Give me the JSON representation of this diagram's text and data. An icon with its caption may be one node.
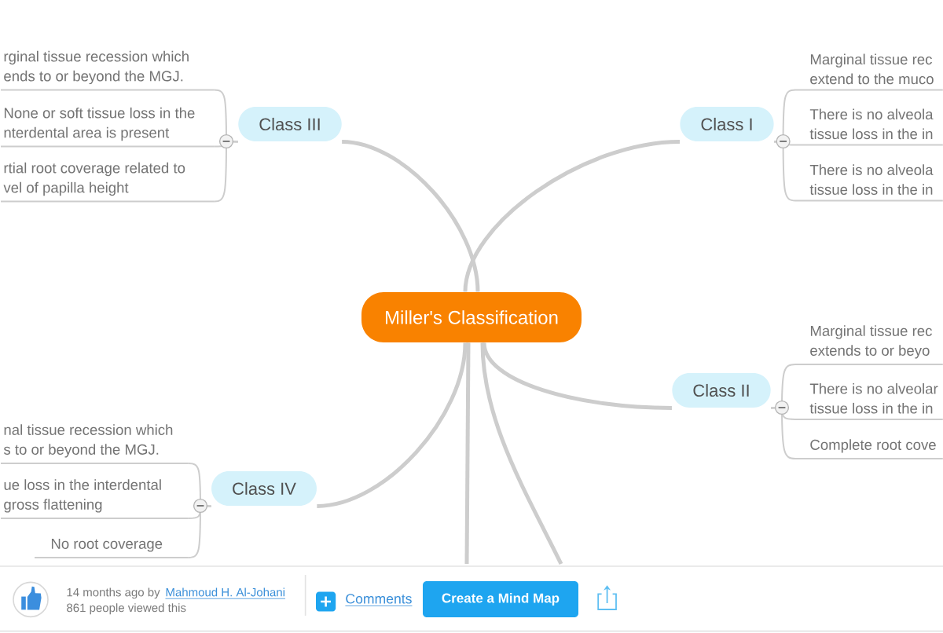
{
  "diagram": {
    "nodes": [
      {
        "text": [
          "Miller's Classification"
        ]
      },
      {
        "text": [
          "Class I"
        ]
      },
      {
        "text": [
          "Marginal tissue rec extend to the muco"
        ]
      },
      {
        "text": [
          "There is no alveola tissue loss in the in"
        ]
      },
      {
        "text": [
          "There is no alveola tissue loss in the in"
        ]
      },
      {
        "text": [
          "Class II"
        ]
      },
      {
        "text": [
          "Marginal tissue rec extends to or beyo"
        ]
      },
      {
        "text": [
          "There is no alveolar tissue loss in the in"
        ]
      },
      {
        "text": [
          "Complete root cove"
        ]
      },
      {
        "text": [
          "Class III"
        ]
      },
      {
        "text": [
          "rginal tissue recession which ends to or beyond the MGJ."
        ]
      },
      {
        "text": [
          "None or soft tissue loss in the nterdental area is present"
        ]
      },
      {
        "text": [
          "rtial root coverage related to vel of papilla height"
        ]
      },
      {
        "text": [
          "Class IV"
        ]
      },
      {
        "text": [
          "nal tissue recession which s to or beyond the MGJ."
        ]
      },
      {
        "text": [
          "ue loss in the interdental gross flattening"
        ]
      },
      {
        "text": [
          "No root coverage"
        ]
      }
    ],
    "edges": [
      {
        "from": 0,
        "to": 1,
        "arrow": "none",
        "style": "thick"
      },
      {
        "from": 0,
        "to": 5,
        "arrow": "none",
        "style": "thick"
      },
      {
        "from": 0,
        "to": 9,
        "arrow": "none",
        "style": "thick"
      },
      {
        "from": 0,
        "to": 13,
        "arrow": "none",
        "style": "thick"
      },
      {
        "from": 0,
        "to": null,
        "arrow": "none",
        "style": "thick"
      },
      {
        "from": 0,
        "to": null,
        "arrow": "none",
        "style": "thick"
      },
      {
        "from": 1,
        "to": 2,
        "arrow": "none"
      },
      {
        "from": 1,
        "to": 3,
        "arrow": "none"
      },
      {
        "from": 1,
        "to": 4,
        "arrow": "none"
      },
      {
        "from": 5,
        "to": 6,
        "arrow": "none"
      },
      {
        "from": 5,
        "to": 7,
        "arrow": "none"
      },
      {
        "from": 5,
        "to": 8,
        "arrow": "none"
      },
      {
        "from": 9,
        "to": 10,
        "arrow": "none"
      },
      {
        "from": 9,
        "to": 11,
        "arrow": "none"
      },
      {
        "from": 9,
        "to": 12,
        "arrow": "none"
      },
      {
        "from": 13,
        "to": 14,
        "arrow": "none"
      },
      {
        "from": 13,
        "to": 15,
        "arrow": "none"
      },
      {
        "from": 13,
        "to": 16,
        "arrow": "none"
      }
    ],
    "labels": [
      "14 months ago by",
      "Mahmoud H. Al-Johani",
      "861 people viewed this",
      "Comments",
      "Create a Mind Map"
    ]
  }
}
